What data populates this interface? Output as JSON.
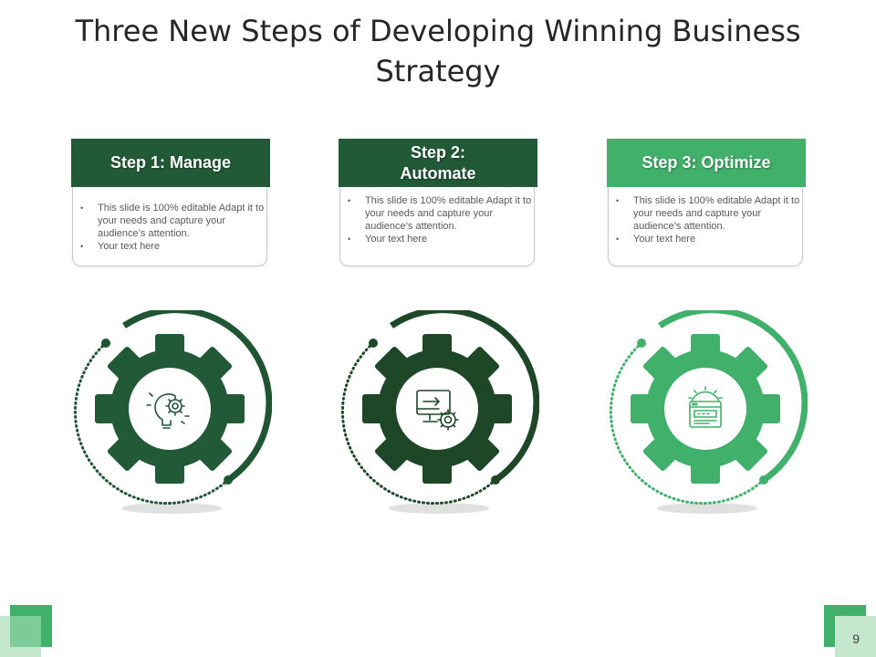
{
  "title": "Three New Steps of Developing Winning Business Strategy",
  "colors": {
    "dark": "#1f5533",
    "darker": "#1d4727",
    "light": "#41b06b"
  },
  "steps": [
    {
      "heading_lines": [
        "Step 1: Manage"
      ],
      "bullets": [
        "This slide is 100% editable Adapt it to your needs and capture your audience’s attention.",
        "Your text here"
      ],
      "icon": "lightbulb-gear-icon"
    },
    {
      "heading_lines": [
        "Step 2:",
        "Automate"
      ],
      "bullets": [
        "This slide is 100% editable Adapt it to your needs and capture your audience’s attention.",
        "Your text here"
      ],
      "icon": "monitor-gear-icon"
    },
    {
      "heading_lines": [
        "Step 3: Optimize"
      ],
      "bullets": [
        "This slide is 100% editable Adapt it to your needs and capture your audience’s attention.",
        "Your text here"
      ],
      "icon": "browser-gear-icon"
    }
  ],
  "page_number": "9"
}
